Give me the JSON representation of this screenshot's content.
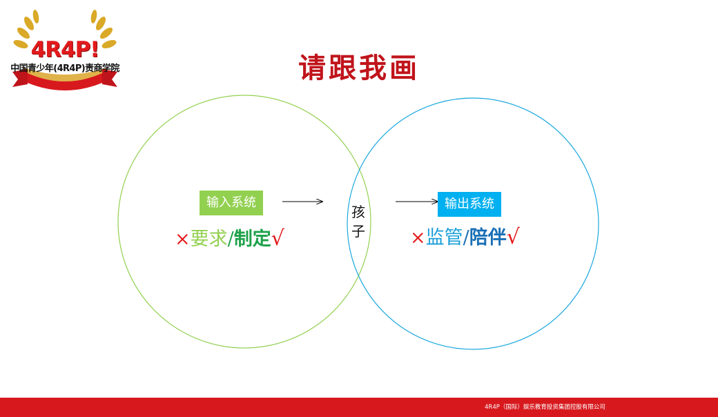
{
  "logo": {
    "brand": "4R4P!",
    "tagline": "中国青少年(4R4P)责商学院"
  },
  "title": "请跟我画",
  "diagram": {
    "input_label": "输入系统",
    "output_label": "输出系统",
    "center_char_1": "孩",
    "center_char_2": "子",
    "left_phrase": {
      "cross": "×",
      "wrong": "要求",
      "slash": "/",
      "right": "制定",
      "check": "√"
    },
    "right_phrase": {
      "cross": "×",
      "wrong": "监管",
      "slash": "/",
      "right": "陪伴",
      "check": "√"
    }
  },
  "footer": {
    "text": "4R4P（国际）娱乐教育投资集团控股有限公司"
  },
  "colors": {
    "brand_red": "#d7191e",
    "title_red": "#c0141b",
    "input_green": "#92d050",
    "output_blue": "#00b0f0",
    "left_circle": "#92d050",
    "right_circle": "#1aa8dc"
  }
}
